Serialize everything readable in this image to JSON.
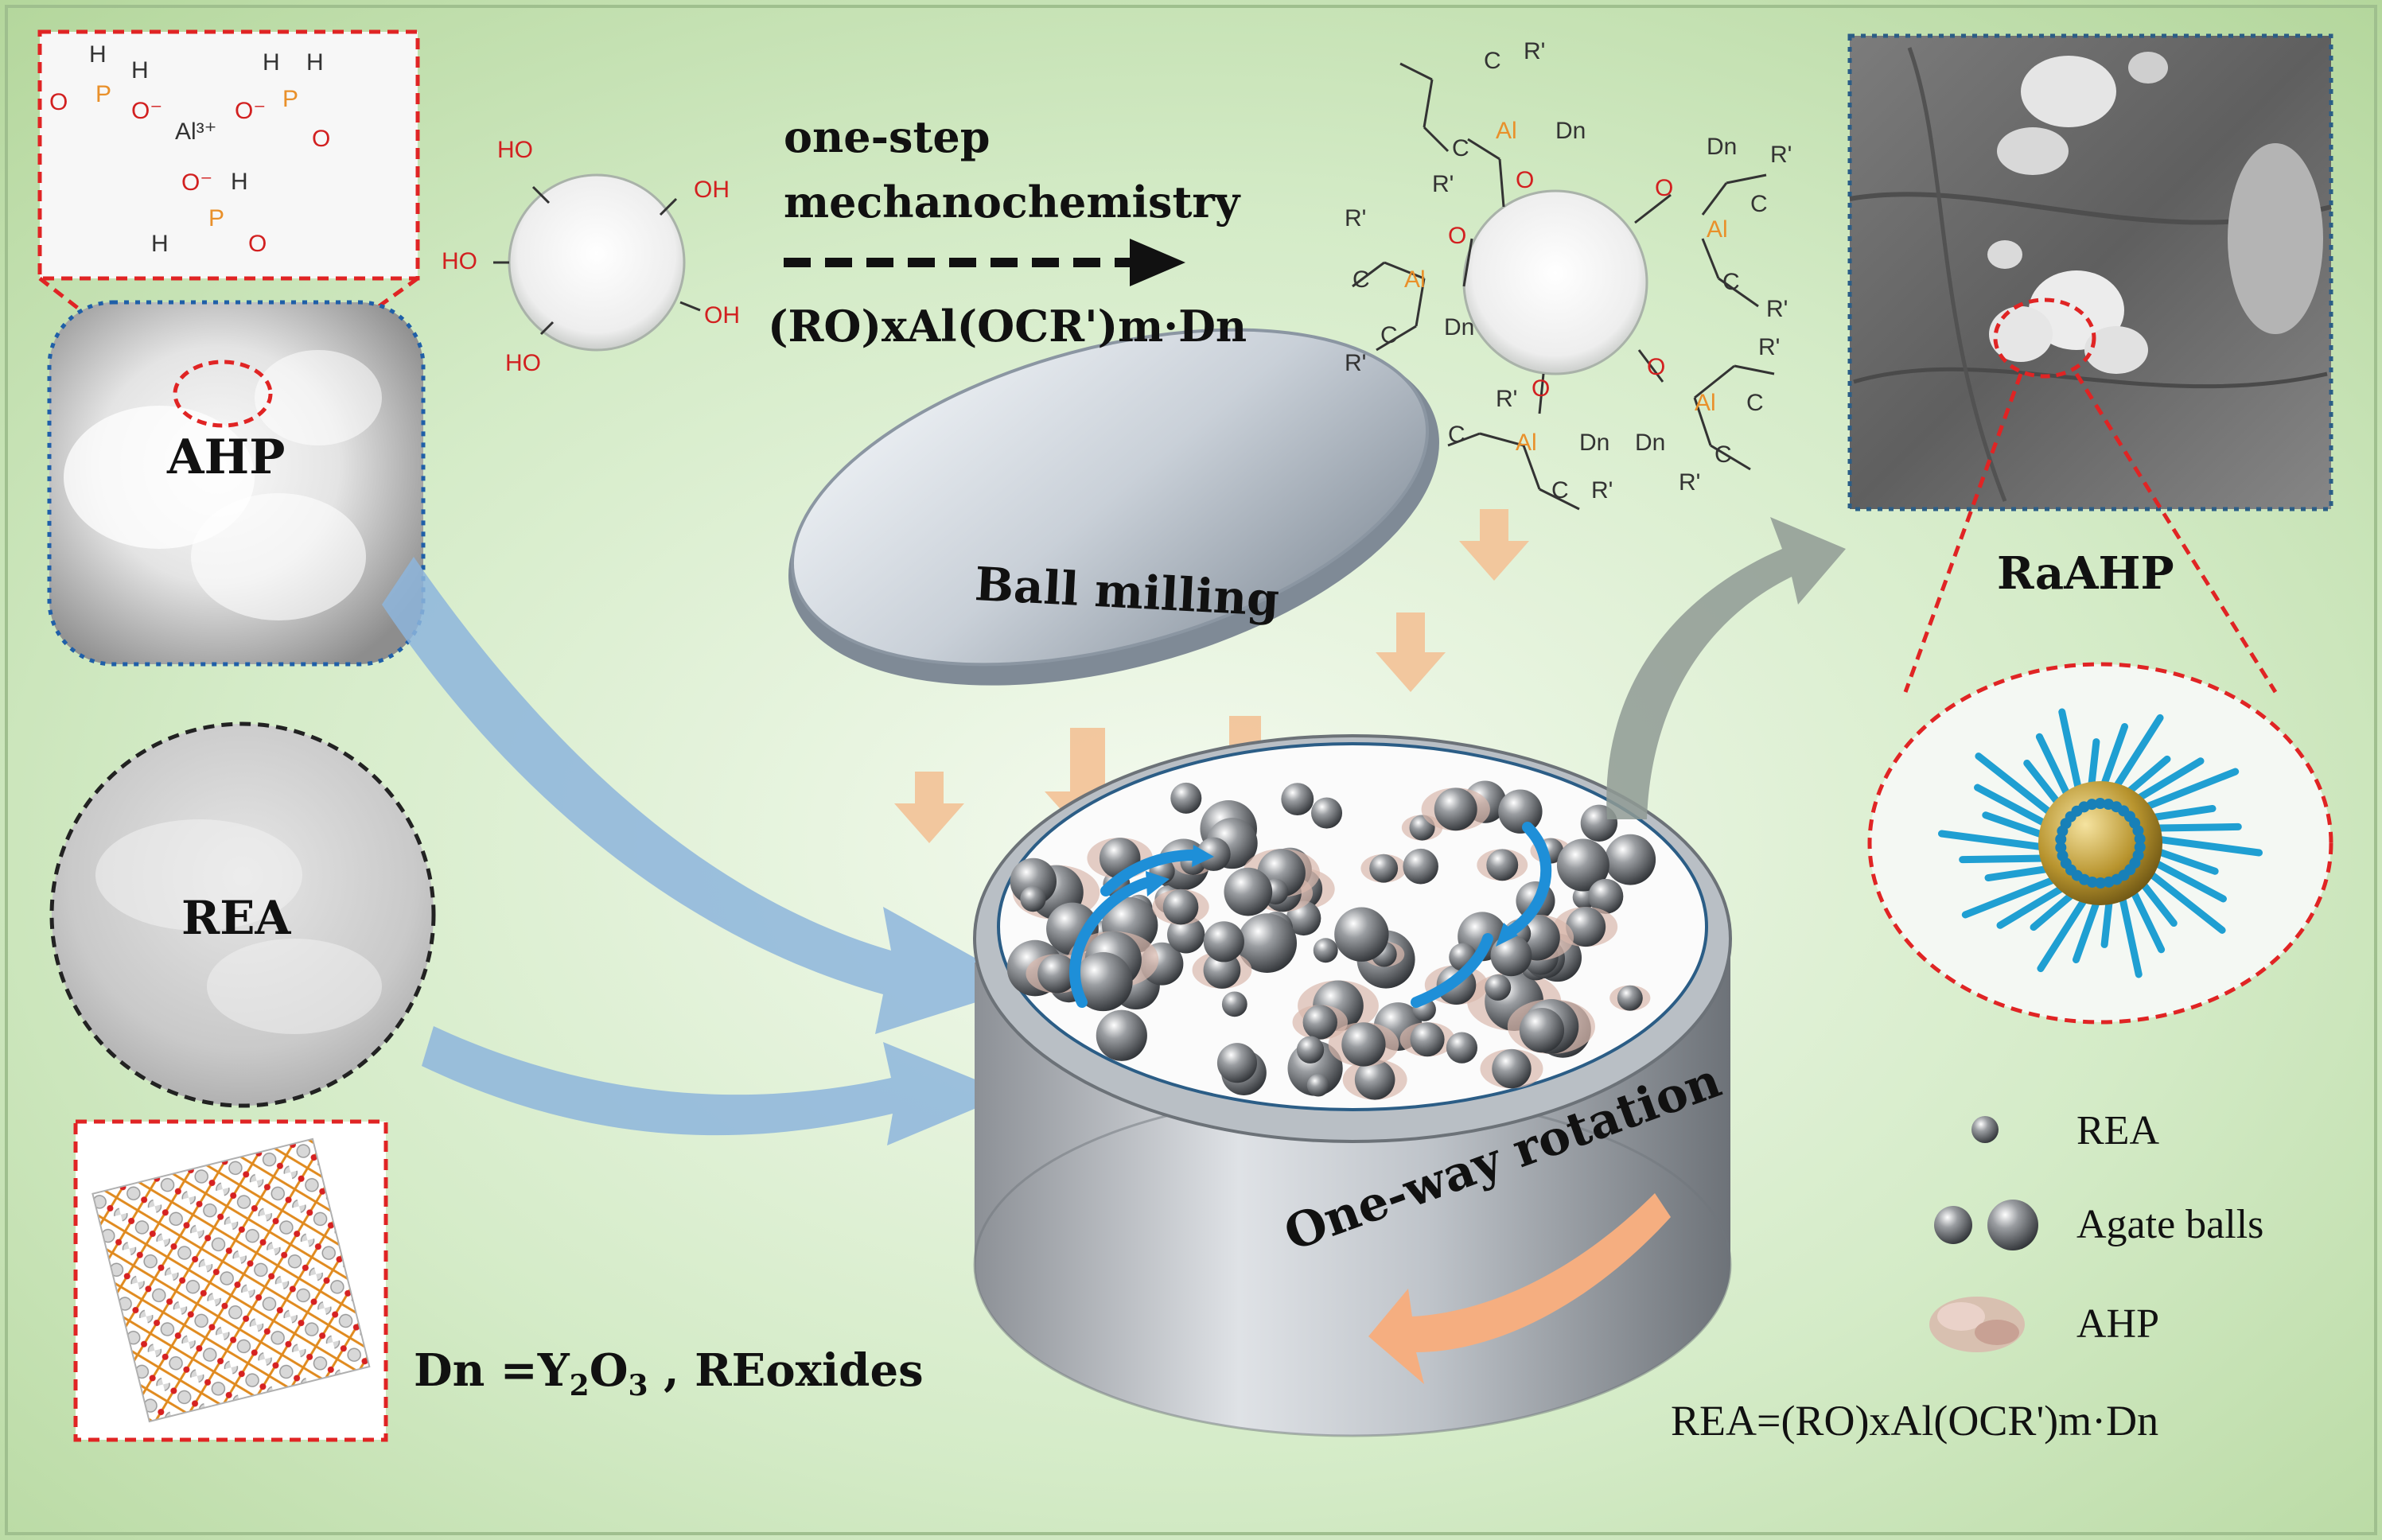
{
  "labels": {
    "ahp": "AHP",
    "rea": "REA",
    "raahp": "RaAHP",
    "ball_milling": "Ball milling",
    "one_way_rotation": "One-way rotation",
    "one_step": "one-step",
    "mechanochemistry": "mechanochemistry",
    "arrow_formula": "(RO)xAl(OCR')m·Dn",
    "dn_prefix": "Dn =Y",
    "dn_sub1": "2",
    "dn_o": "O",
    "dn_sub2": "3",
    "dn_suffix": " , REoxides",
    "rea_formula": "REA=(RO)xAl(OCR')m·Dn"
  },
  "legend": [
    {
      "label": "REA"
    },
    {
      "label": "Agate balls"
    },
    {
      "label": "AHP"
    }
  ],
  "hydroxyls": [
    "HO",
    "OH",
    "HO",
    "OH",
    "HO"
  ],
  "ahp_molecule": {
    "P": "P",
    "O": "O",
    "H": "H",
    "O_minus": "O⁻",
    "Al": "Al³⁺"
  },
  "complex": {
    "R": "R'",
    "C": "C",
    "Al": "Al",
    "O": "O",
    "Dn": "Dn"
  },
  "colors": {
    "background": "#cfe7c2",
    "frame_red": "#e02424",
    "frame_blue": "#2b5d86",
    "frame_black": "#222222",
    "arrow_blue": "#8db5dc",
    "arrow_gray": "#8f9a94",
    "arrow_peach": "#f2b98c",
    "swirl_blue": "#1e8fd8",
    "phosphorus": "#e9902a",
    "oxygen": "#d22020"
  }
}
